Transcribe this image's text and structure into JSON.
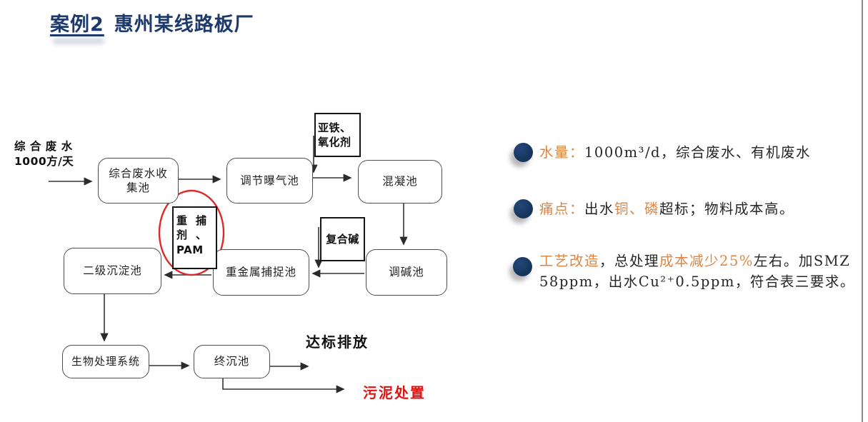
{
  "colors": {
    "navy": "#1e3a6c",
    "bullet_navy": "#16365c",
    "orange": "#df8540",
    "ink": "#262626",
    "red": "#e31212",
    "ellipse_red": "#dd2b2b",
    "line": "#333333",
    "border_gray": "#8c8c8c"
  },
  "title": {
    "case_label": "案例2",
    "factory_label": "惠州某线路板厂"
  },
  "flowchart": {
    "influent_label": "综 合 废 水\n1000方/天",
    "nodes": {
      "collection": "综合废水收\n集池",
      "aeration": "调节曝气池",
      "coagulation": "混凝池",
      "alkali_adjust": "调碱池",
      "metal_capture": "重金属捕捉池",
      "secondary_sedimentation": "二级沉淀池",
      "biological": "生物处理系统",
      "final_sedimentation": "终沉池"
    },
    "chemicals": {
      "ferrous_oxidant": "亚铁、\n氧化剂",
      "compound_alkali": "复合碱",
      "chelator_pam": "重  捕\n剂  、\nPAM"
    },
    "outputs": {
      "discharge": "达标排放",
      "sludge": "污泥处置"
    }
  },
  "bullets": [
    {
      "segments": [
        {
          "t": "水量：",
          "c": "orange"
        },
        {
          "t": "1000m³/d，综合废水、有机废水",
          "c": "ink"
        }
      ]
    },
    {
      "segments": [
        {
          "t": "痛点：",
          "c": "orange"
        },
        {
          "t": "出水",
          "c": "ink"
        },
        {
          "t": "铜、磷",
          "c": "orange"
        },
        {
          "t": "超标；物料成本高。",
          "c": "ink"
        }
      ]
    },
    {
      "segments": [
        {
          "t": "工艺改造",
          "c": "orange"
        },
        {
          "t": "，总处理",
          "c": "ink"
        },
        {
          "t": "成本减少25%",
          "c": "orange"
        },
        {
          "t": "左右。加SMZ\n58ppm，出水Cu²⁺0.5ppm，符合表三要求。",
          "c": "ink"
        }
      ]
    }
  ]
}
